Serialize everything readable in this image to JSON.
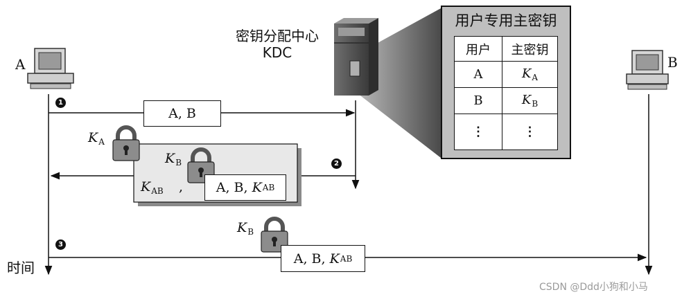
{
  "nodes": {
    "a_label": "A",
    "b_label": "B",
    "kdc_name_cn": "密钥分配中心",
    "kdc_name_en": "KDC"
  },
  "time_label": "时间",
  "steps": [
    "1",
    "2",
    "3"
  ],
  "messages": {
    "msg1": "A, B",
    "msg2_outer_key": "K",
    "msg2_outer_key_sub": "A",
    "msg2_inner_key": "K",
    "msg2_inner_key_sub": "B",
    "msg2_session_key": "K",
    "msg2_session_key_sub": "AB",
    "msg2_comma": ",",
    "msg2_ticket_prefix": "A, B, ",
    "msg2_ticket_key": "K",
    "msg2_ticket_key_sub": "AB",
    "msg3_key": "K",
    "msg3_key_sub": "B",
    "msg3_ticket_prefix": "A, B, ",
    "msg3_ticket_key": "K",
    "msg3_ticket_key_sub": "AB"
  },
  "key_table": {
    "title": "用户专用主密钥",
    "headers": [
      "用户",
      "主密钥"
    ],
    "rows": [
      {
        "user": "A",
        "key": "K",
        "key_sub": "A"
      },
      {
        "user": "B",
        "key": "K",
        "key_sub": "B"
      },
      {
        "user": "⋮",
        "key": "⋮",
        "key_sub": ""
      }
    ]
  },
  "watermark": "CSDN @Ddd小狗和小马",
  "icons": [
    "computer-icon",
    "server-icon",
    "lock-icon"
  ]
}
